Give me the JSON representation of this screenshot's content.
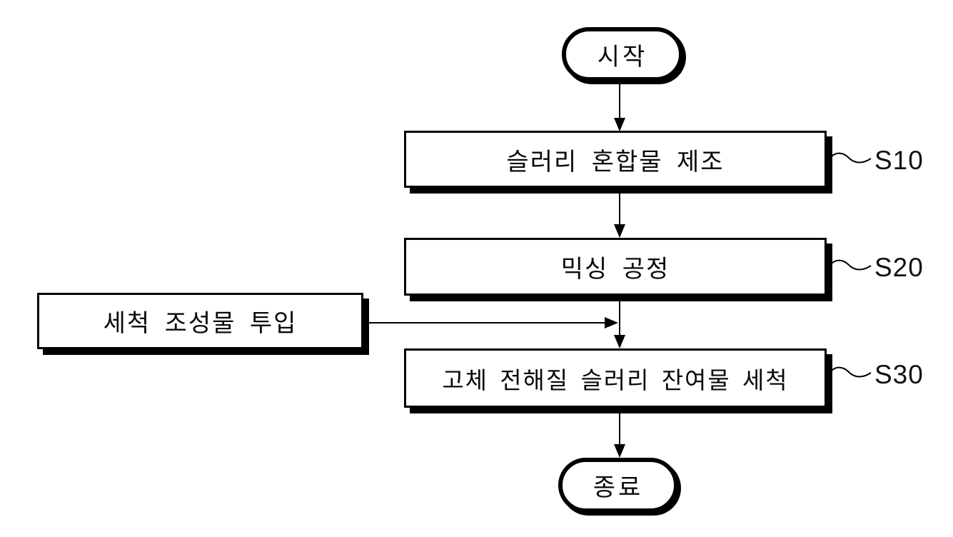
{
  "diagram": {
    "type": "flowchart",
    "background": "#ffffff",
    "line_color": "#000000",
    "box_fill": "#ffffff",
    "nodes": {
      "start": {
        "shape": "terminal",
        "label": "시작"
      },
      "step1": {
        "shape": "process",
        "label": "슬러리 혼합물 제조",
        "step": "S10"
      },
      "step2": {
        "shape": "process",
        "label": "믹싱 공정",
        "step": "S20"
      },
      "side_input": {
        "shape": "process",
        "label": "세척 조성물 투입"
      },
      "step3": {
        "shape": "process",
        "label": "고체 전해질 슬러리 잔여물 세척",
        "step": "S30"
      },
      "end": {
        "shape": "terminal",
        "label": "종료"
      }
    },
    "edges": [
      {
        "from": "start",
        "to": "step1"
      },
      {
        "from": "step1",
        "to": "step2"
      },
      {
        "from": "step2",
        "to": "step3"
      },
      {
        "from": "side_input",
        "to": "step3"
      },
      {
        "from": "step3",
        "to": "end"
      }
    ]
  }
}
